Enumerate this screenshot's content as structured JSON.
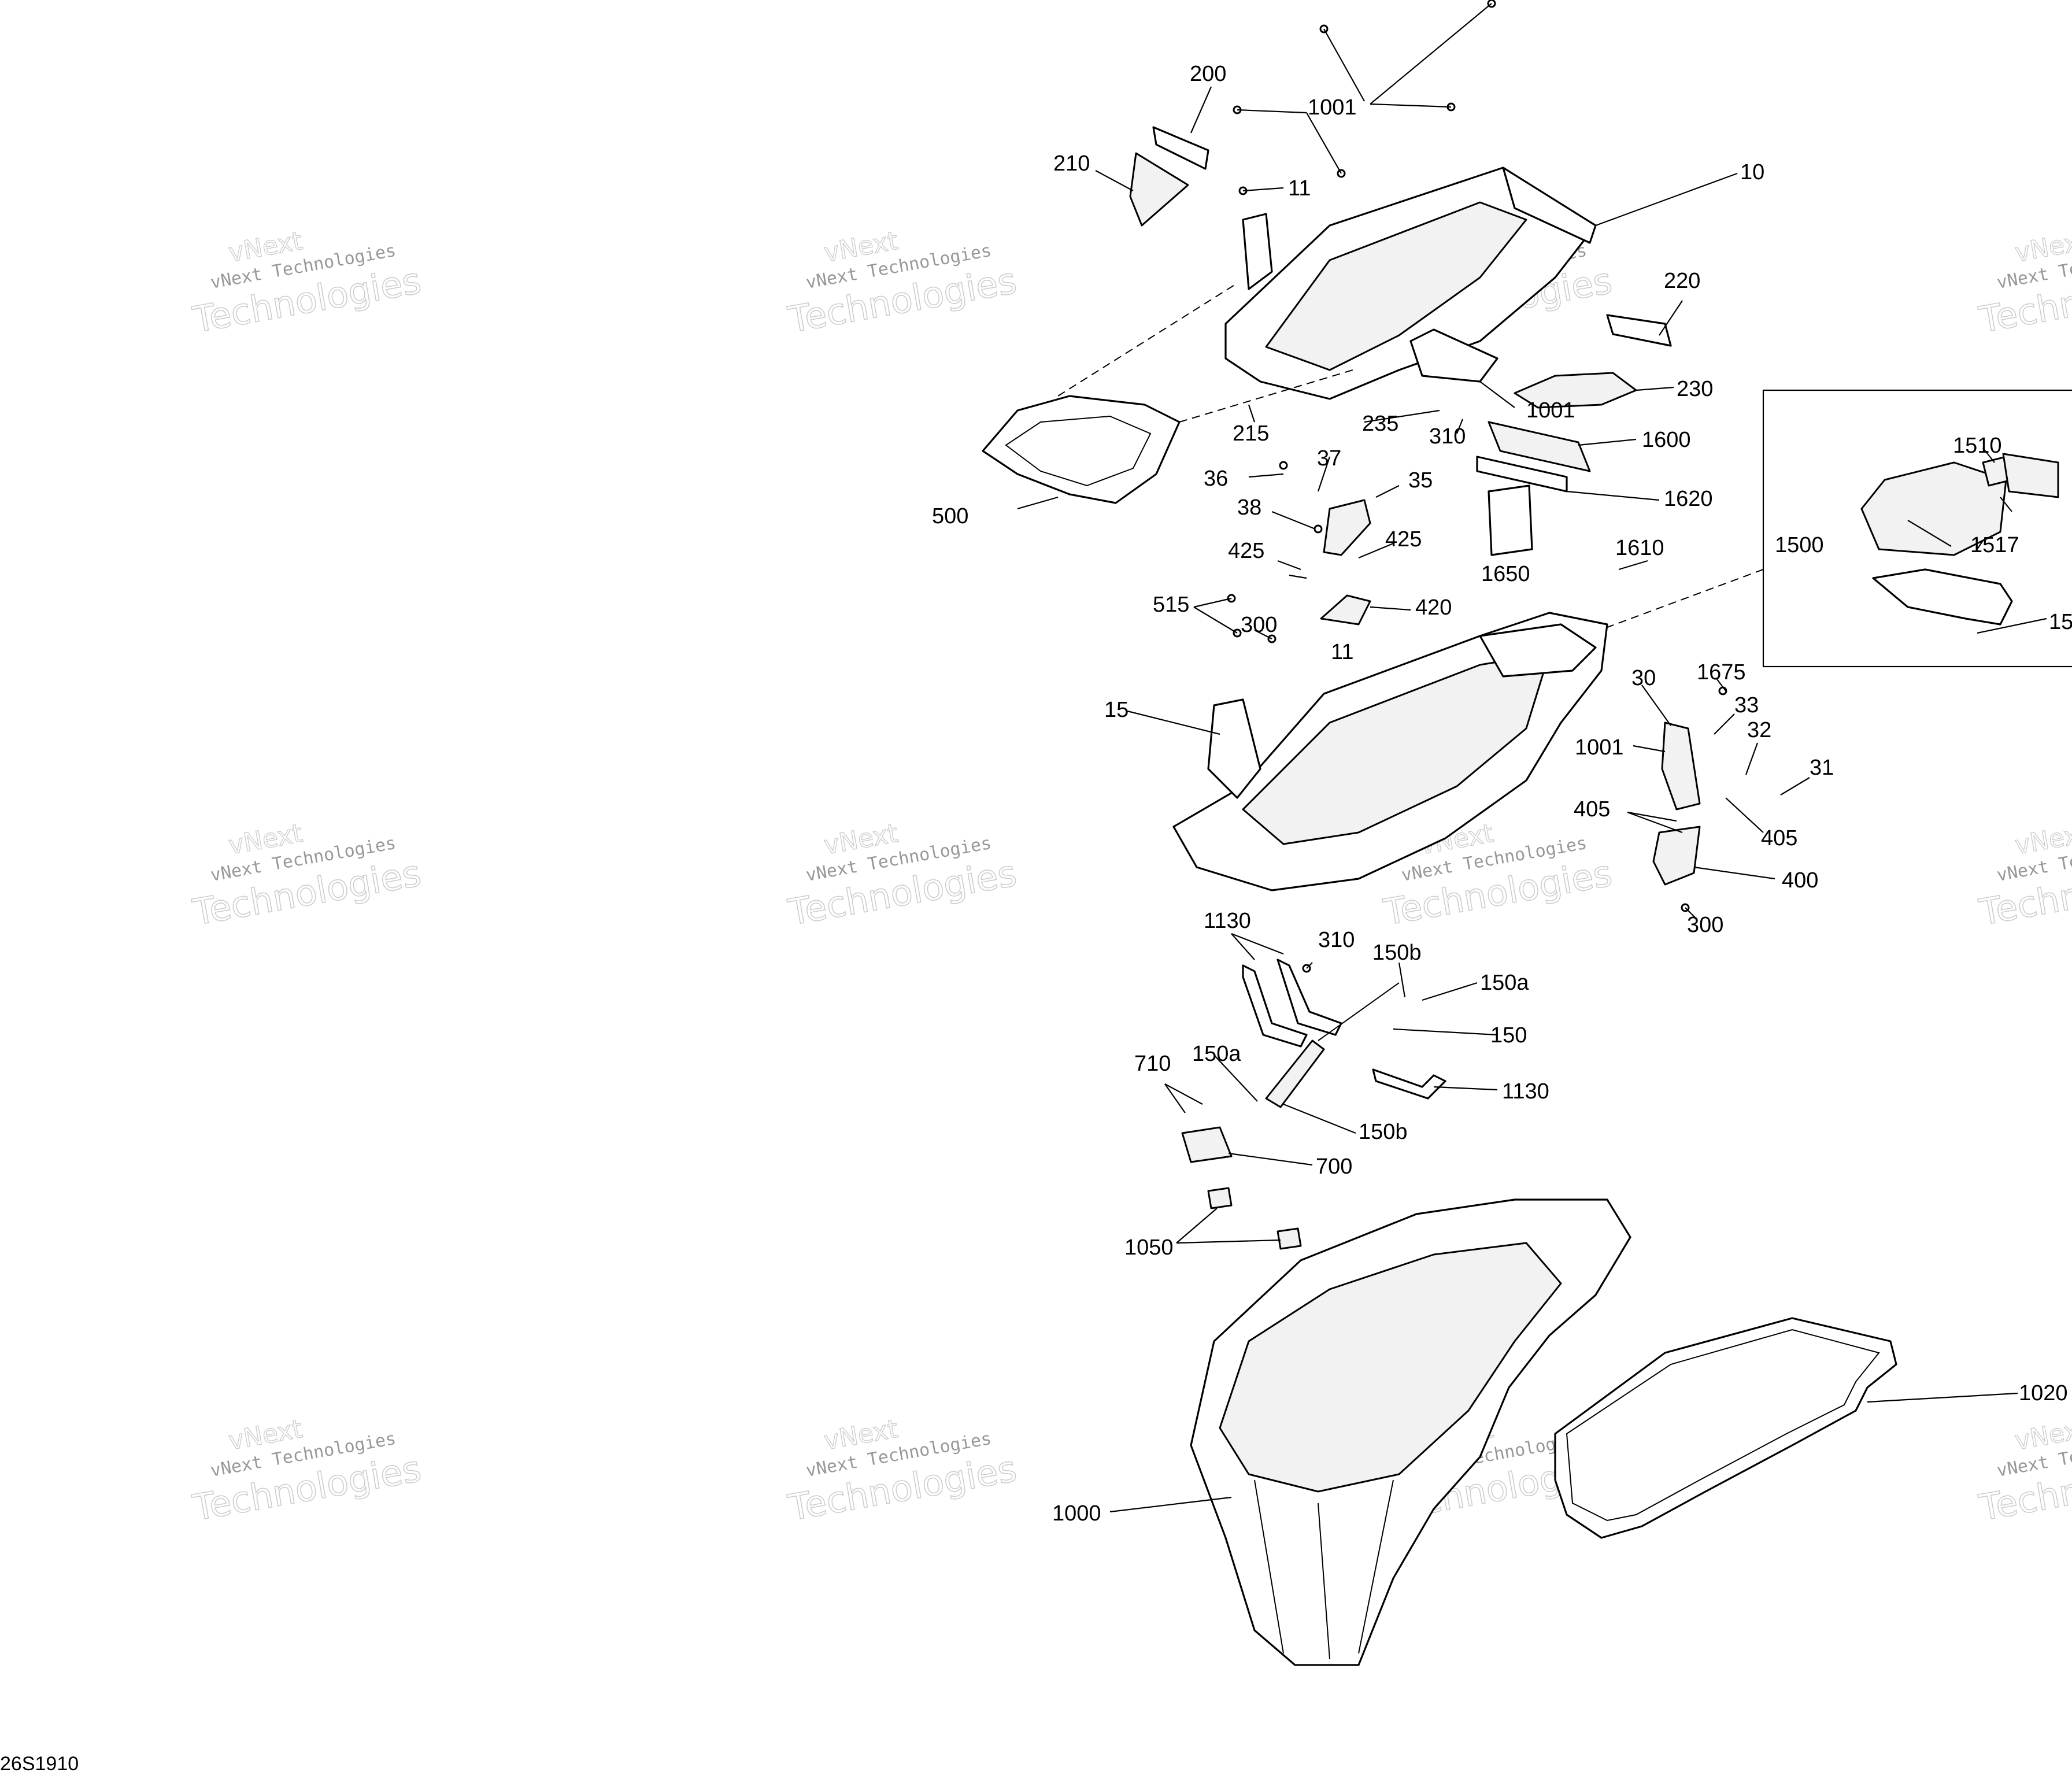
{
  "diagram_code": "26S1910",
  "watermark": {
    "company": "vNext",
    "text": "vNext Technologies",
    "outline_word": "Technologies"
  },
  "part_labels": [
    "200",
    "1001",
    "210",
    "11",
    "10",
    "220",
    "230",
    "1001",
    "500",
    "215",
    "235",
    "310",
    "1600",
    "36",
    "37",
    "35",
    "1620",
    "38",
    "1650",
    "425",
    "425",
    "1610",
    "515",
    "420",
    "300",
    "11",
    "15",
    "30",
    "1675",
    "33",
    "1001",
    "32",
    "31",
    "405",
    "405",
    "400",
    "300",
    "1130",
    "310",
    "150b",
    "150a",
    "150",
    "710",
    "150a",
    "1130",
    "150b",
    "700",
    "1050",
    "1000",
    "1020",
    "1510",
    "1500",
    "1517",
    "15"
  ]
}
